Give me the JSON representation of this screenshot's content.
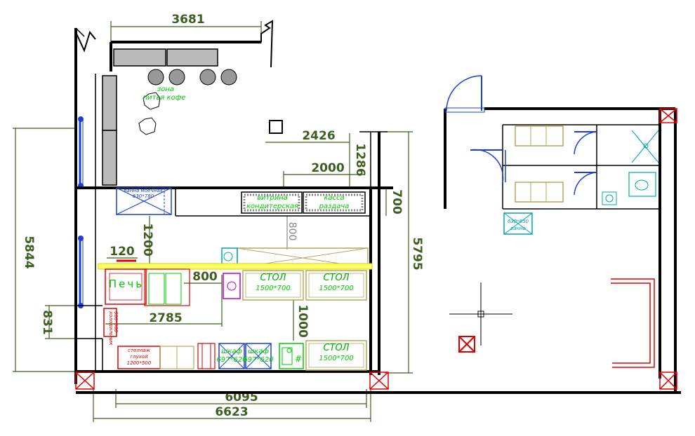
{
  "dimensions": {
    "top_width": "3681",
    "mid_2426": "2426",
    "mid_2000": "2000",
    "v_1286": "1286",
    "v_700": "700",
    "v_800": "800",
    "v_1200": "1200",
    "d_120": "120",
    "d_800b": "800",
    "d_2785": "2785",
    "v_1000": "1000",
    "left_5844": "5844",
    "left_831": "831",
    "right_5795": "5795",
    "bottom_6095": "6095",
    "bottom_6623": "6623"
  },
  "labels": {
    "cafe_zone_1": "зона",
    "cafe_zone_2": "питья кофе",
    "showcase_1": "витрина",
    "showcase_2": "кондитерская",
    "cashier_1": "касса",
    "cashier_2": "раздача",
    "oven": "Печь",
    "table1_1": "СТОЛ",
    "table1_2": "1500*700",
    "table2_1": "СТОЛ",
    "table2_2": "1500*700",
    "table3_1": "СТОЛ",
    "table3_2": "1500*700",
    "cabinet1_1": "шкаф",
    "cabinet1_2": "697*620",
    "cabinet2_1": "шкаф",
    "cabinet2_2": "697*620",
    "shelf_1": "стеллаж",
    "shelf_2": "глухой",
    "shelf_3": "1200*500",
    "small_blue_1": "ванна моечная",
    "small_blue_2": "630*780",
    "right_blue_1": "630*650",
    "right_blue_2": "ванна",
    "left_small_red_1": "холодильник",
    "left_small_red_2": "600*500"
  },
  "colors": {
    "dimension": "#3d5e1f",
    "furniture_green": "#00cc00",
    "furniture_olive": "#b4a85a",
    "blue": "#1a3fd6",
    "red": "#e00000",
    "yellow": "#ffff66",
    "cyan": "#00a8a8",
    "magenta": "#c000c0"
  }
}
